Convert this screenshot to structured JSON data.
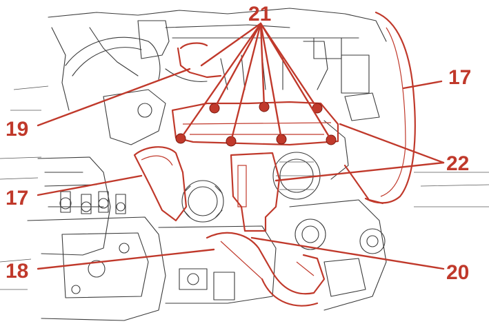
{
  "callouts": {
    "c21": "21",
    "c17_right": "17",
    "c19": "19",
    "c22": "22",
    "c17_left": "17",
    "c18": "18",
    "c20": "20"
  },
  "colors": {
    "highlight": "#c0392b",
    "linework": "#3a3a3a",
    "background": "#ffffff"
  }
}
